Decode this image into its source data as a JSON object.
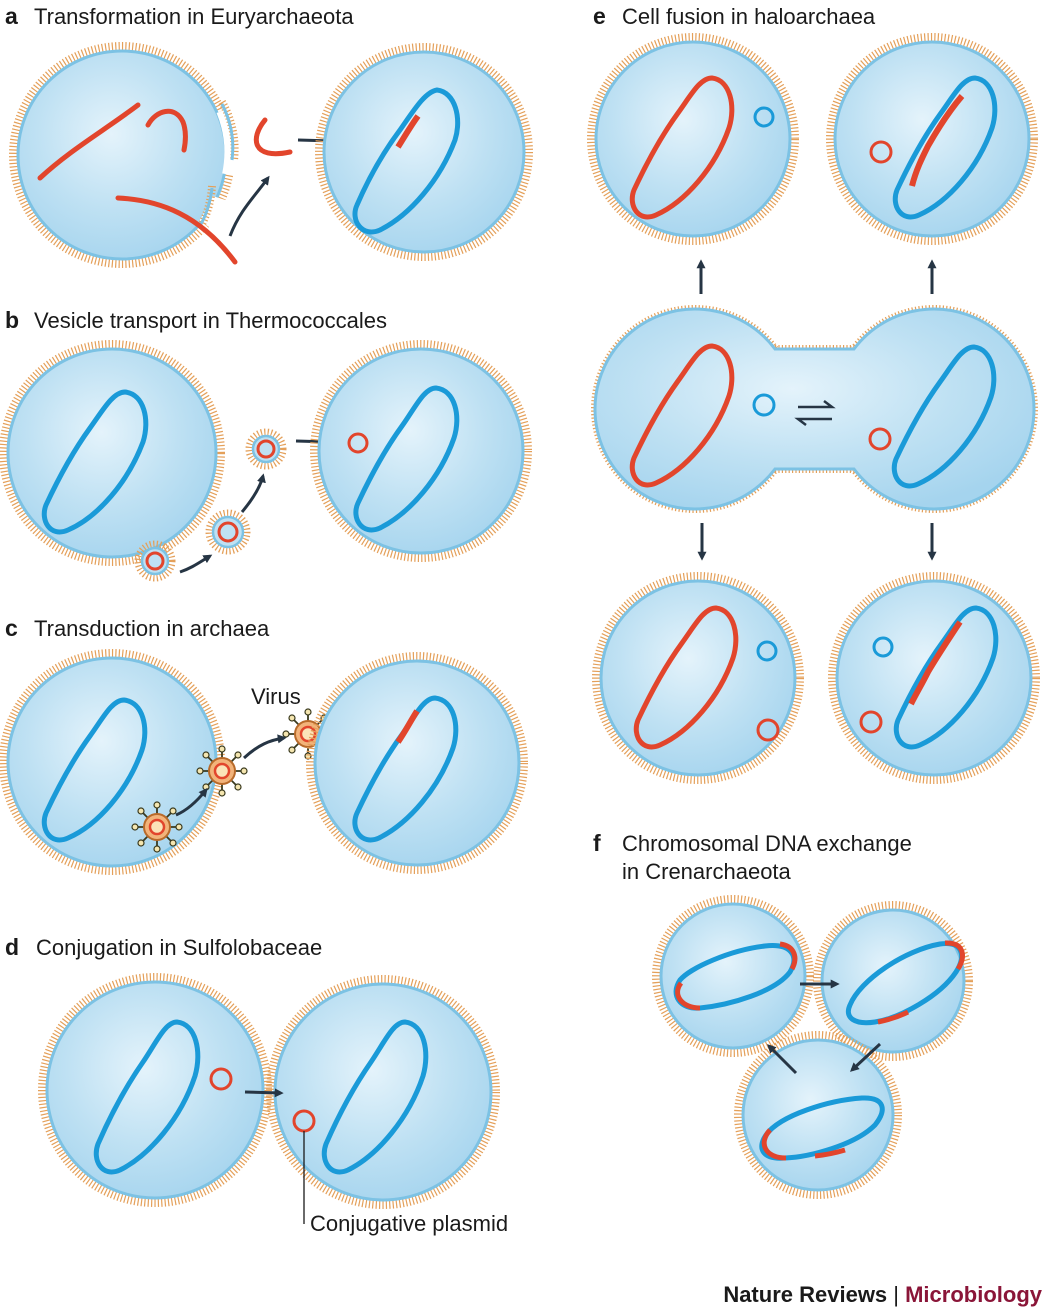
{
  "panels": {
    "a": {
      "letter": "a",
      "title": "Transformation in Euryarchaeota"
    },
    "b": {
      "letter": "b",
      "title": "Vesicle transport in Thermococcales"
    },
    "c": {
      "letter": "c",
      "title": "Transduction in archaea",
      "virus_label": "Virus"
    },
    "d": {
      "letter": "d",
      "title": "Conjugation in Sulfolobaceae",
      "plasmid_label": "Conjugative plasmid"
    },
    "e": {
      "letter": "e",
      "title": "Cell fusion in haloarchaea"
    },
    "f": {
      "letter": "f",
      "title_line1": "Chromosomal DNA exchange",
      "title_line2": "in Crenarchaeota"
    }
  },
  "credit": {
    "journal": "Nature Reviews",
    "separator": "|",
    "section": "Microbiology"
  },
  "colors": {
    "cell_fill": "#b9def2",
    "membrane": "#7cc2e4",
    "s_layer": "#e4a05a",
    "chromosome_blue": "#1a9ad8",
    "dna_red": "#e2452c",
    "arrow": "#263544",
    "virus_core": "#f2b37a",
    "credit_accent": "#8a1538"
  }
}
